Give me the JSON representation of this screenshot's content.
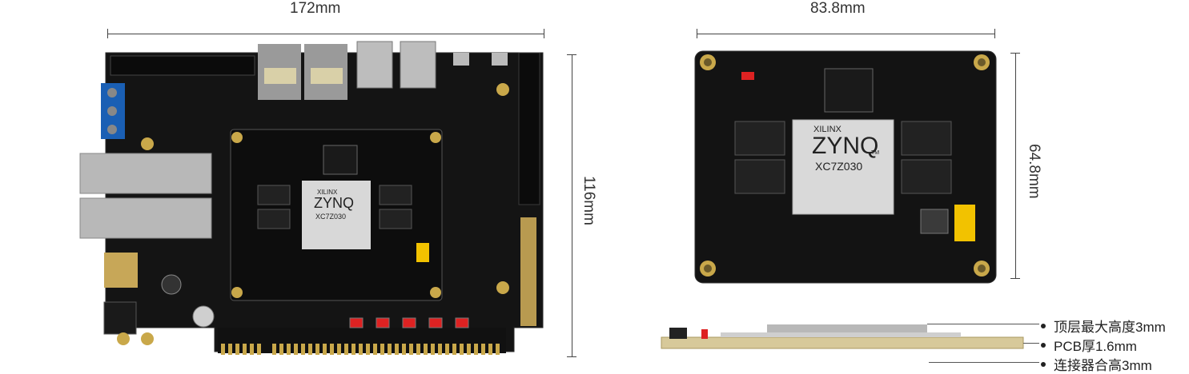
{
  "dimensions": {
    "main_width": "172mm",
    "main_height": "116mm",
    "core_width": "83.8mm",
    "core_height": "64.8mm"
  },
  "notes": [
    "顶层最大高度3mm",
    "PCB厚1.6mm",
    "连接器合高3mm"
  ],
  "chip": {
    "brand": "XILINX",
    "family": "ZYNQ",
    "model": "XC7Z030",
    "tm": "TM"
  }
}
